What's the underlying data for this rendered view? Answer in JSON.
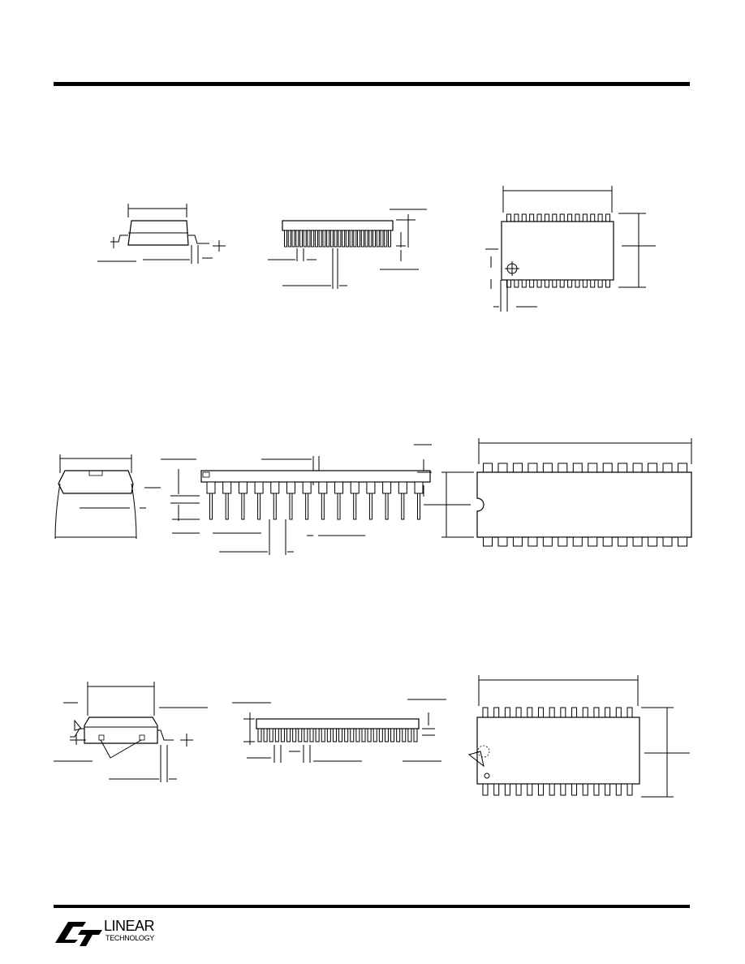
{
  "page": {
    "background": "#ffffff",
    "ink": "#000000"
  },
  "sections": [
    {
      "id": "package-a",
      "views": [
        "side-view",
        "end-view",
        "top-view"
      ],
      "pin_count_per_side": 14
    },
    {
      "id": "package-b",
      "views": [
        "end-view",
        "side-view",
        "top-view"
      ],
      "pin_count_per_side": 14
    },
    {
      "id": "package-c",
      "views": [
        "end-view",
        "side-view",
        "top-view"
      ],
      "pin_count_per_side": 14
    }
  ],
  "footer": {
    "logo_word_main": "LINEAR",
    "logo_word_sub": "TECHNOLOGY",
    "logo_icon": "linear-technology-logo-icon"
  }
}
